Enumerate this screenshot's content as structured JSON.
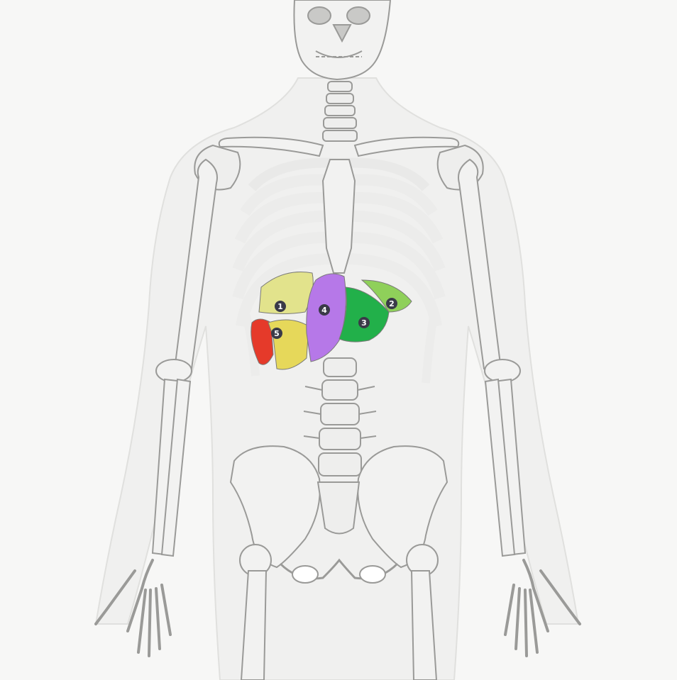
{
  "figure": {
    "background": "#f7f7f6",
    "body_outline_color": "#dcdcda",
    "bone_color": "#f2f2f1",
    "bone_stroke": "#9a9a98",
    "segments": [
      {
        "id": "seg-1",
        "label": "1",
        "color": "#dfe07a"
      },
      {
        "id": "seg-2",
        "label": "2",
        "color": "#8fd05a"
      },
      {
        "id": "seg-3",
        "label": "3",
        "color": "#22b04a"
      },
      {
        "id": "seg-4",
        "label": "4",
        "color": "#b678e8"
      },
      {
        "id": "seg-5",
        "label": "5",
        "color": "#e6d85a"
      },
      {
        "id": "seg-6",
        "label": "",
        "color": "#e53a2a"
      }
    ]
  }
}
